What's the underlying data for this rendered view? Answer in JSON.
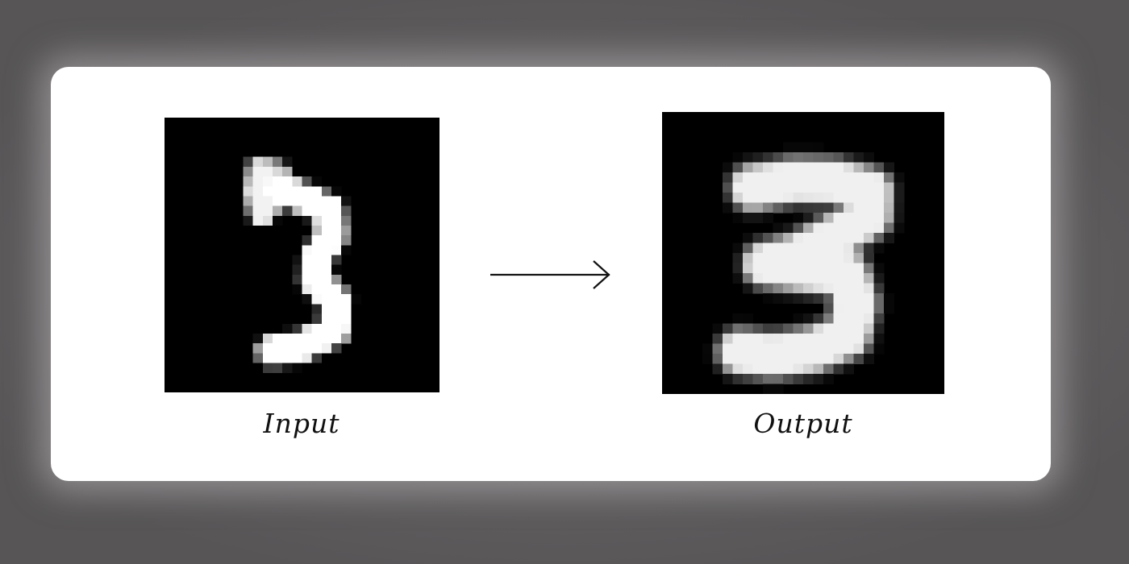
{
  "diagram": {
    "input_label": "Input",
    "output_label": "Output",
    "arrow_icon": "arrow-right-icon",
    "input_image": {
      "description_icon": "handwritten-digit-image",
      "grid_size": 28,
      "strokes": [
        {
          "points": [
            [
              11.5,
              7.3
            ],
            [
              14.2,
              8.2
            ],
            [
              16.8,
              9.5
            ],
            [
              17.0,
              12.0
            ],
            [
              15.5,
              14.3
            ],
            [
              15.3,
              16.4
            ],
            [
              17.4,
              18.7
            ],
            [
              17.2,
              21.7
            ],
            [
              13.9,
              23.3
            ],
            [
              11.0,
              23.8
            ]
          ],
          "width": 2.4,
          "blur": 0.35,
          "intensity": 1.0
        },
        {
          "points": [
            [
              9.8,
              5.6
            ],
            [
              9.6,
              7.5
            ],
            [
              9.9,
              9.6
            ]
          ],
          "width": 1.9,
          "blur": 0.35,
          "intensity": 0.95
        },
        {
          "points": [
            [
              9.5,
              5.2
            ],
            [
              11.6,
              5.6
            ]
          ],
          "width": 1.4,
          "blur": 0.35,
          "intensity": 0.85
        },
        {
          "points": [
            [
              10.0,
              9.5
            ],
            [
              11.8,
              8.1
            ]
          ],
          "width": 1.4,
          "blur": 0.35,
          "intensity": 0.85
        }
      ]
    },
    "output_image": {
      "description_icon": "reconstructed-digit-image",
      "grid_size": 28,
      "strokes": [
        {
          "points": [
            [
              9.0,
              7.5
            ],
            [
              13.0,
              6.8
            ],
            [
              17.0,
              6.9
            ],
            [
              20.6,
              7.8
            ],
            [
              20.5,
              10.3
            ],
            [
              17.5,
              12.2
            ],
            [
              13.5,
              14.3
            ],
            [
              10.3,
              15.1
            ],
            [
              14.0,
              15.6
            ],
            [
              18.3,
              16.1
            ],
            [
              19.2,
              19.0
            ],
            [
              18.4,
              22.2
            ],
            [
              15.0,
              23.6
            ],
            [
              11.0,
              24.2
            ],
            [
              7.8,
              23.8
            ]
          ],
          "width": 2.9,
          "blur": 1.1,
          "intensity": 0.95
        }
      ]
    }
  }
}
